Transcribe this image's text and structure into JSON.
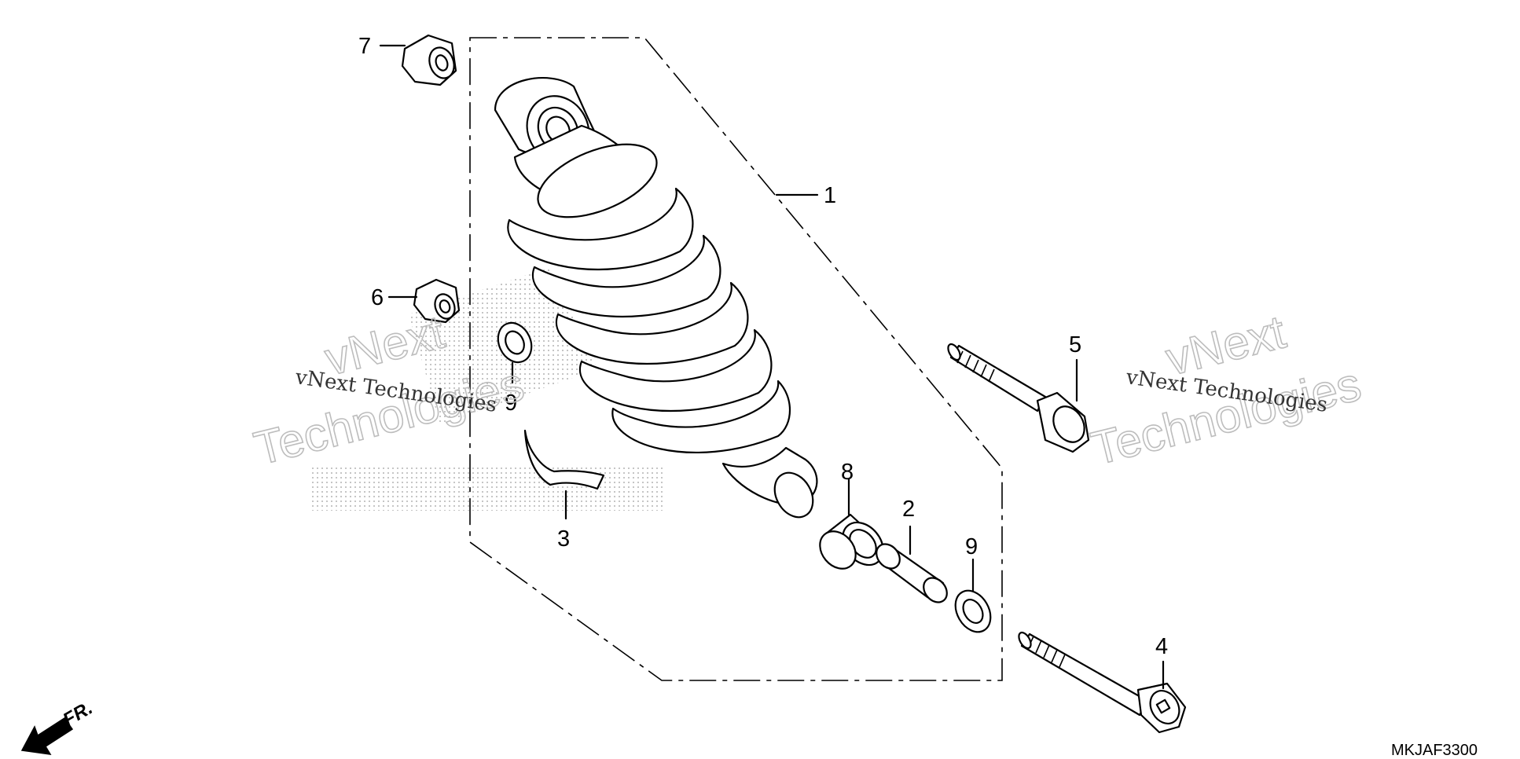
{
  "diagram": {
    "drawing_code": "MKJAF3300",
    "front_marker": "FR.",
    "callouts": [
      {
        "id": "1",
        "label": "1"
      },
      {
        "id": "2",
        "label": "2"
      },
      {
        "id": "3",
        "label": "3"
      },
      {
        "id": "4",
        "label": "4"
      },
      {
        "id": "5",
        "label": "5"
      },
      {
        "id": "6",
        "label": "6"
      },
      {
        "id": "7",
        "label": "7"
      },
      {
        "id": "8",
        "label": "8"
      },
      {
        "id": "9",
        "label": "9"
      },
      {
        "id": "9b",
        "label": "9"
      }
    ],
    "watermarks": {
      "brand_line1": "vNext",
      "brand_line2": "Technologies",
      "brand_full": "vNext Technologies"
    }
  }
}
